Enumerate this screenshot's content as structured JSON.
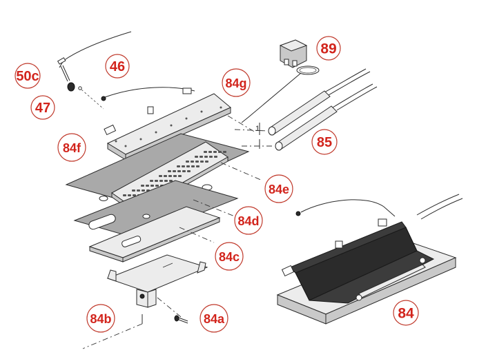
{
  "callouts": [
    {
      "id": "50c",
      "label": "50c"
    },
    {
      "id": "46",
      "label": "46"
    },
    {
      "id": "47",
      "label": "47"
    },
    {
      "id": "84g",
      "label": "84g"
    },
    {
      "id": "89",
      "label": "89"
    },
    {
      "id": "85",
      "label": "85"
    },
    {
      "id": "84f",
      "label": "84f"
    },
    {
      "id": "84e",
      "label": "84e"
    },
    {
      "id": "84d",
      "label": "84d"
    },
    {
      "id": "84c",
      "label": "84c"
    },
    {
      "id": "84b",
      "label": "84b"
    },
    {
      "id": "84a",
      "label": "84a"
    },
    {
      "id": "84",
      "label": "84"
    }
  ],
  "annotations": {
    "axis_mark": "1"
  },
  "colors": {
    "callout_text": "#d2241c",
    "callout_ring": "#c0392b",
    "line": "#2a2a2a",
    "heater_block": "#3c3c3c"
  }
}
